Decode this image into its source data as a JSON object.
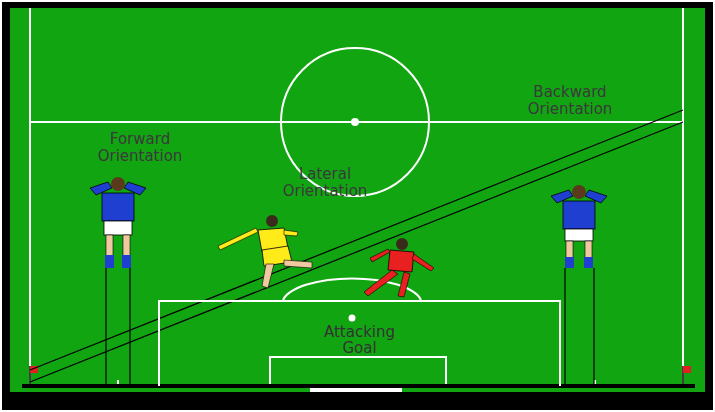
{
  "diagram": {
    "nodes": [
      {
        "text": [
          "Attacking Goal"
        ]
      }
    ],
    "labels": [
      "Forward Orientation",
      "Lateral Orientation",
      "Backward Orientation"
    ]
  }
}
